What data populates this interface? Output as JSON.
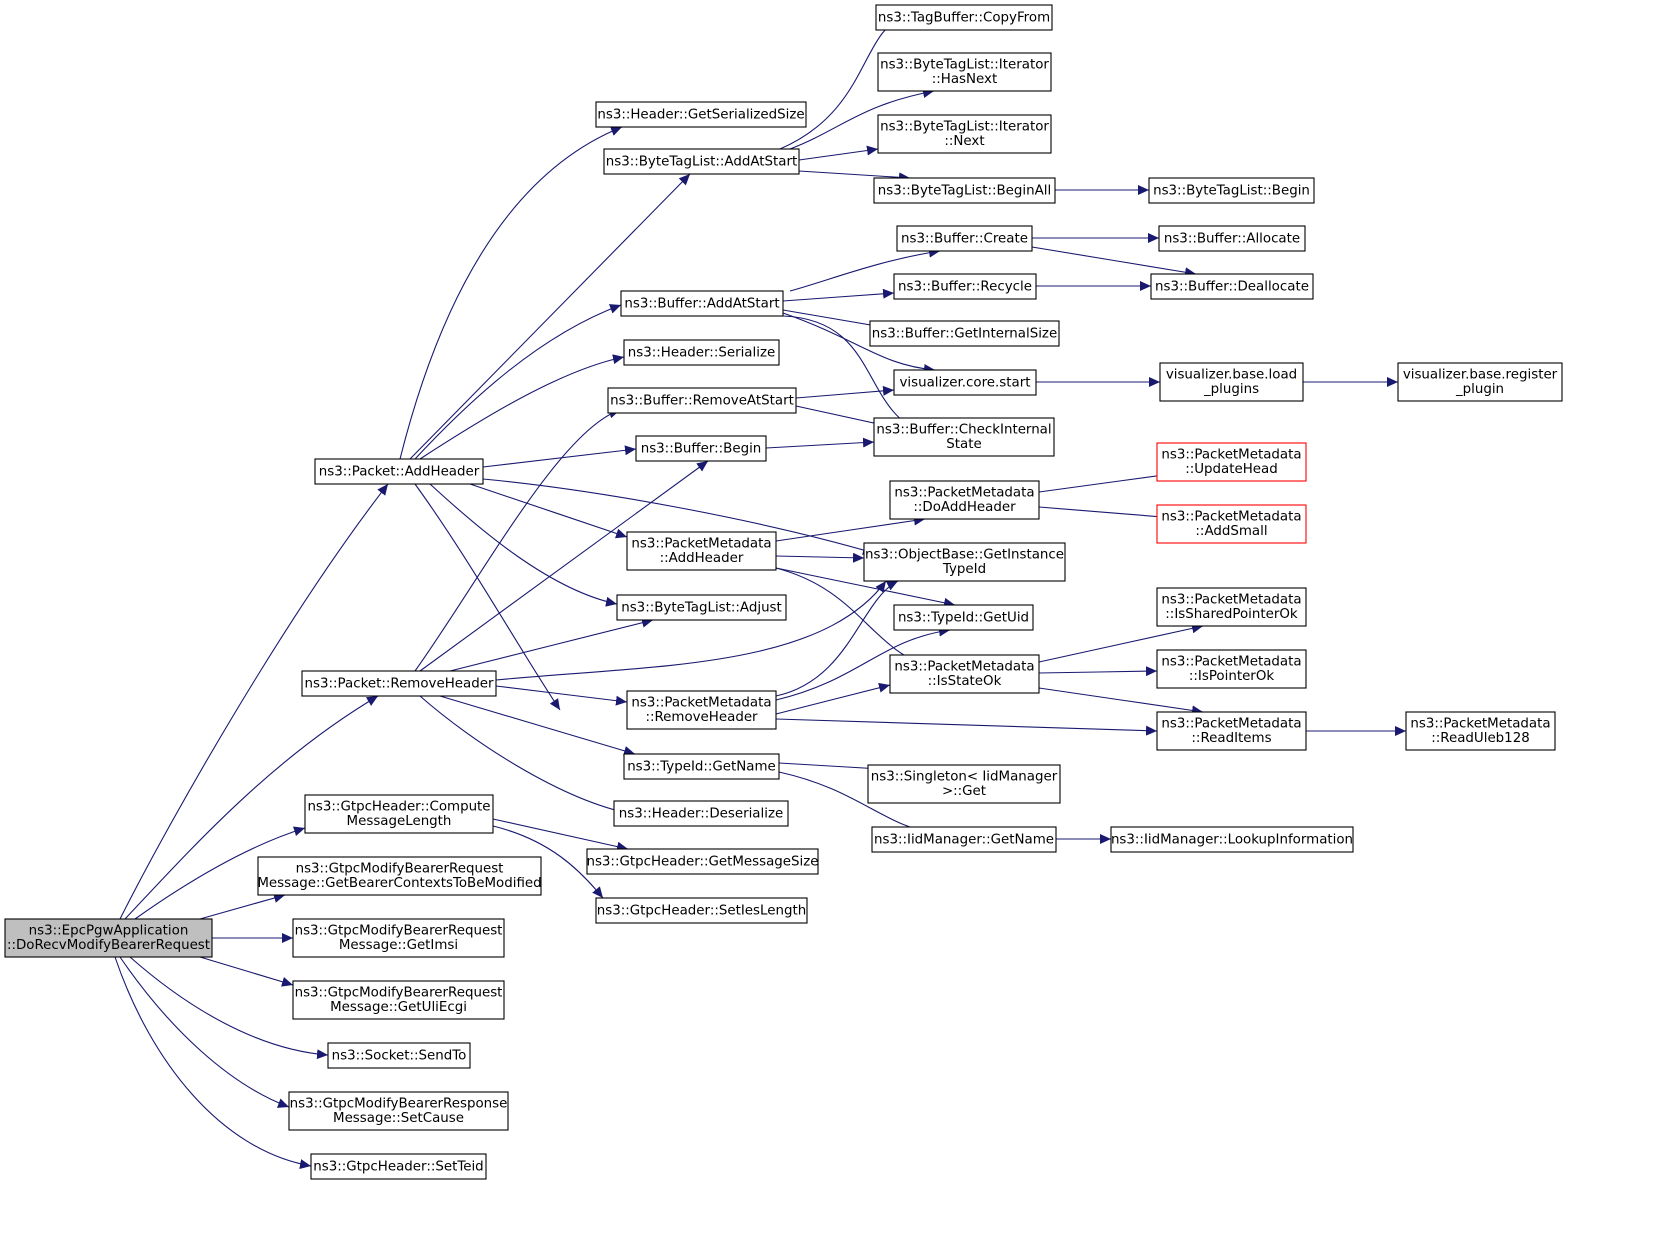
{
  "diagram": {
    "type": "call-graph",
    "colors": {
      "edge": "#191970",
      "node_border": "#000000",
      "node_fill": "#ffffff",
      "root_fill": "#bfbfbf",
      "incomplete_border": "#ff0000",
      "text": "#000000"
    },
    "nodes": [
      {
        "id": "root",
        "lines": [
          "ns3::EpcPgwApplication",
          "::DoRecvModifyBearerRequest"
        ],
        "style": "root"
      },
      {
        "id": "pkt_addheader",
        "lines": [
          "ns3::Packet::AddHeader"
        ]
      },
      {
        "id": "pkt_removeheader",
        "lines": [
          "ns3::Packet::RemoveHeader"
        ]
      },
      {
        "id": "gtpc_compute",
        "lines": [
          "ns3::GtpcHeader::Compute",
          "MessageLength"
        ]
      },
      {
        "id": "gtpc_getbearer",
        "lines": [
          "ns3::GtpcModifyBearerRequest",
          "Message::GetBearerContextsToBeModified"
        ]
      },
      {
        "id": "gtpc_getimsi",
        "lines": [
          "ns3::GtpcModifyBearerRequest",
          "Message::GetImsi"
        ]
      },
      {
        "id": "gtpc_geteci",
        "lines": [
          "ns3::GtpcModifyBearerRequest",
          "Message::GetUliEcgi"
        ]
      },
      {
        "id": "socket_sendto",
        "lines": [
          "ns3::Socket::SendTo"
        ]
      },
      {
        "id": "gtpc_setcause",
        "lines": [
          "ns3::GtpcModifyBearerResponse",
          "Message::SetCause"
        ]
      },
      {
        "id": "gtpc_setteid",
        "lines": [
          "ns3::GtpcHeader::SetTeid"
        ]
      },
      {
        "id": "hdr_getsersize",
        "lines": [
          "ns3::Header::GetSerializedSize"
        ]
      },
      {
        "id": "btl_addatstart",
        "lines": [
          "ns3::ByteTagList::AddAtStart"
        ]
      },
      {
        "id": "buf_addatstart",
        "lines": [
          "ns3::Buffer::AddAtStart"
        ]
      },
      {
        "id": "hdr_serialize",
        "lines": [
          "ns3::Header::Serialize"
        ]
      },
      {
        "id": "buf_removeatstart",
        "lines": [
          "ns3::Buffer::RemoveAtStart"
        ]
      },
      {
        "id": "buf_begin",
        "lines": [
          "ns3::Buffer::Begin"
        ]
      },
      {
        "id": "pm_addheader",
        "lines": [
          "ns3::PacketMetadata",
          "::AddHeader"
        ]
      },
      {
        "id": "btl_adjust",
        "lines": [
          "ns3::ByteTagList::Adjust"
        ]
      },
      {
        "id": "pm_removeheader",
        "lines": [
          "ns3::PacketMetadata",
          "::RemoveHeader"
        ]
      },
      {
        "id": "typeid_getname",
        "lines": [
          "ns3::TypeId::GetName"
        ]
      },
      {
        "id": "hdr_deserialize",
        "lines": [
          "ns3::Header::Deserialize"
        ]
      },
      {
        "id": "gtpc_getmsgsize",
        "lines": [
          "ns3::GtpcHeader::GetMessageSize"
        ]
      },
      {
        "id": "gtpc_setieslen",
        "lines": [
          "ns3::GtpcHeader::SetIesLength"
        ]
      },
      {
        "id": "tagbuf_copyfrom",
        "lines": [
          "ns3::TagBuffer::CopyFrom"
        ]
      },
      {
        "id": "btl_it_hasnext",
        "lines": [
          "ns3::ByteTagList::Iterator",
          "::HasNext"
        ]
      },
      {
        "id": "btl_it_next",
        "lines": [
          "ns3::ByteTagList::Iterator",
          "::Next"
        ]
      },
      {
        "id": "btl_beginall",
        "lines": [
          "ns3::ByteTagList::BeginAll"
        ]
      },
      {
        "id": "buf_create",
        "lines": [
          "ns3::Buffer::Create"
        ]
      },
      {
        "id": "buf_recycle",
        "lines": [
          "ns3::Buffer::Recycle"
        ]
      },
      {
        "id": "buf_getinternalsize",
        "lines": [
          "ns3::Buffer::GetInternalSize"
        ]
      },
      {
        "id": "vis_core_start",
        "lines": [
          "visualizer.core.start"
        ]
      },
      {
        "id": "buf_checkinternal",
        "lines": [
          "ns3::Buffer::CheckInternal",
          "State"
        ]
      },
      {
        "id": "pm_doaddheader",
        "lines": [
          "ns3::PacketMetadata",
          "::DoAddHeader"
        ]
      },
      {
        "id": "ob_getinstancetypeid",
        "lines": [
          "ns3::ObjectBase::GetInstance",
          "TypeId"
        ]
      },
      {
        "id": "typeid_getuid",
        "lines": [
          "ns3::TypeId::GetUid"
        ]
      },
      {
        "id": "pm_isstateok",
        "lines": [
          "ns3::PacketMetadata",
          "::IsStateOk"
        ]
      },
      {
        "id": "singleton_get",
        "lines": [
          "ns3::Singleton< IidManager",
          ">::Get"
        ]
      },
      {
        "id": "iid_getname",
        "lines": [
          "ns3::IidManager::GetName"
        ]
      },
      {
        "id": "btl_begin",
        "lines": [
          "ns3::ByteTagList::Begin"
        ]
      },
      {
        "id": "buf_allocate",
        "lines": [
          "ns3::Buffer::Allocate"
        ]
      },
      {
        "id": "buf_deallocate",
        "lines": [
          "ns3::Buffer::Deallocate"
        ]
      },
      {
        "id": "vis_load_plugins",
        "lines": [
          "visualizer.base.load",
          "_plugins"
        ]
      },
      {
        "id": "pm_updatehead",
        "lines": [
          "ns3::PacketMetadata",
          "::UpdateHead"
        ],
        "style": "incomplete"
      },
      {
        "id": "pm_addsmall",
        "lines": [
          "ns3::PacketMetadata",
          "::AddSmall"
        ],
        "style": "incomplete"
      },
      {
        "id": "pm_issharedptrok",
        "lines": [
          "ns3::PacketMetadata",
          "::IsSharedPointerOk"
        ]
      },
      {
        "id": "pm_ispointerok",
        "lines": [
          "ns3::PacketMetadata",
          "::IsPointerOk"
        ]
      },
      {
        "id": "pm_readitems",
        "lines": [
          "ns3::PacketMetadata",
          "::ReadItems"
        ]
      },
      {
        "id": "iid_lookupinfo",
        "lines": [
          "ns3::IidManager::LookupInformation"
        ]
      },
      {
        "id": "vis_register_plugin",
        "lines": [
          "visualizer.base.register",
          "_plugin"
        ]
      },
      {
        "id": "pm_readuleb128",
        "lines": [
          "ns3::PacketMetadata",
          "::ReadUleb128"
        ]
      }
    ]
  }
}
